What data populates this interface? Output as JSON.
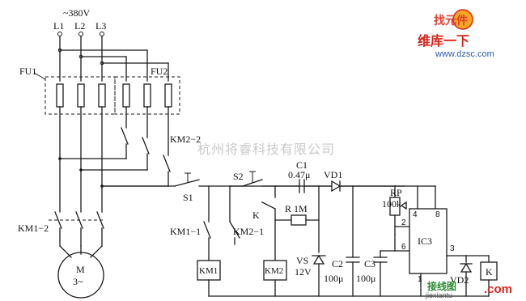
{
  "labels": {
    "supply": "~380V",
    "l1": "L1",
    "l2": "L2",
    "l3": "L3",
    "fu1": "FU1",
    "fu2": "FU2",
    "km2_2": "KM2−2",
    "km1_2": "KM1−2",
    "s1": "S1",
    "s2": "S2",
    "c1": "C1",
    "c1_val": "0.47μ",
    "vd1": "VD1",
    "rp": "RP",
    "rp_val": "100k",
    "k_contact": "K",
    "r_1m": "R 1M",
    "km1_1": "KM1−1",
    "km2_1": "KM2−1",
    "km1_coil": "KM1",
    "km2_coil": "KM2",
    "vs": "VS",
    "vs_val": "12V",
    "c2": "C2",
    "c2_val": "100μ",
    "c3": "C3",
    "c3_val": "100μ",
    "ic3": "IC3",
    "pin4": "4",
    "pin8": "8",
    "pin2": "2",
    "pin6": "6",
    "pin3": "3",
    "pin1": "1",
    "vd2": "VD2",
    "k_relay": "K",
    "motor_m": "M",
    "motor_phase": "3~"
  },
  "watermark": {
    "company": "杭州将睿科技有限公司"
  },
  "logo": {
    "top": "找元件",
    "main": "维库一下",
    "url": "www.dzsc.com",
    "bottom_cn": "接线图",
    "bottom_en": "jiexiantu",
    "bottom_com": ".com"
  }
}
